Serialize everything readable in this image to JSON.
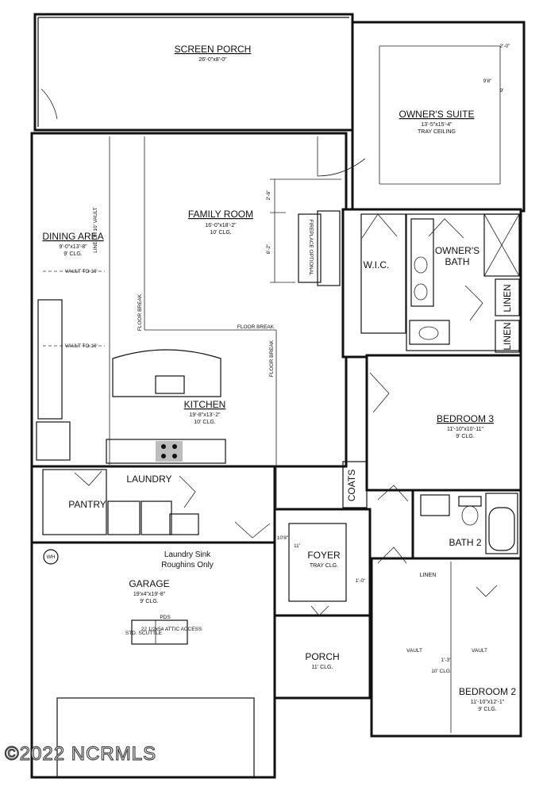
{
  "rooms": {
    "screen_porch": {
      "name": "SCREEN PORCH",
      "dims": "26'-0\"x8'-0\""
    },
    "owners_suite": {
      "name": "OWNER'S SUITE",
      "dims": "13'-5\"x15'-4\"",
      "ceiling": "TRAY CEILING"
    },
    "family_room": {
      "name": "FAMILY ROOM",
      "dims": "16'-0\"x18'-2\"",
      "ceiling": "10' CLG."
    },
    "dining_area": {
      "name": "DINING AREA",
      "dims": "9'-0\"x13'-8\"",
      "ceiling": "9' CLG."
    },
    "kitchen": {
      "name": "KITCHEN",
      "dims": "19'-8\"x13'-2\"",
      "ceiling": "10' CLG."
    },
    "wic": {
      "name": "W.I.C."
    },
    "owners_bath": {
      "name_line1": "OWNER'S",
      "name_line2": "BATH"
    },
    "linen_1": {
      "name": "LINEN"
    },
    "linen_2": {
      "name": "LINEN"
    },
    "linen_3": {
      "name": "LINEN"
    },
    "bedroom_3": {
      "name": "BEDROOM 3",
      "dims": "11'-10\"x10'-11\"",
      "ceiling": "9' CLG."
    },
    "laundry": {
      "name": "LAUNDRY"
    },
    "pantry": {
      "name": "PANTRY"
    },
    "coats": {
      "name": "COATS"
    },
    "bath_2": {
      "name": "BATH 2"
    },
    "foyer": {
      "name": "FOYER",
      "ceiling": "TRAY CLG."
    },
    "garage": {
      "name": "GARAGE",
      "dims": "19'x4\"x19'-8\"",
      "ceiling": "9' CLG."
    },
    "porch": {
      "name": "PORCH",
      "ceiling": "11' CLG."
    },
    "bedroom_2": {
      "name": "BEDROOM 2",
      "dims": "11'-10\"x12'-1\"",
      "ceiling": "9' CLG."
    }
  },
  "notes": {
    "vault_to_10_a": "VAULT TO 10'",
    "vault_to_10_b": "VAULT TO 10'",
    "line_of_vault": "LINE OF 10' VAULT",
    "floor_break_1": "FLOOR BREAK",
    "floor_break_2": "FLOOR BREAK",
    "floor_break_3": "FLOOR BREAK",
    "fireplace": "FIREPLACE OPTIONAL",
    "laundry_sink_1": "Laundry Sink",
    "laundry_sink_2": "Roughins Only",
    "pds": "PDS",
    "std_scuttle": "STD. SCUTTLE",
    "attic_access": "22 1/2x54 ATTIC ACCESS",
    "wh": "WH",
    "vault_left": "VAULT",
    "vault_right": "VAULT",
    "ten_clg": "10' CLG."
  },
  "dimensions": {
    "d_2_0": "2'-0\"",
    "d_9_8": "9'8\"",
    "d_9": "9'",
    "d_2_6": "2'-6\"",
    "d_6_2": "6'-2\"",
    "d_10_8": "10'8\"",
    "d_11": "11'",
    "d_1_0": "1'-0\"",
    "d_1_3": "1'-3\""
  },
  "watermark": "©2022 NCRMLS"
}
